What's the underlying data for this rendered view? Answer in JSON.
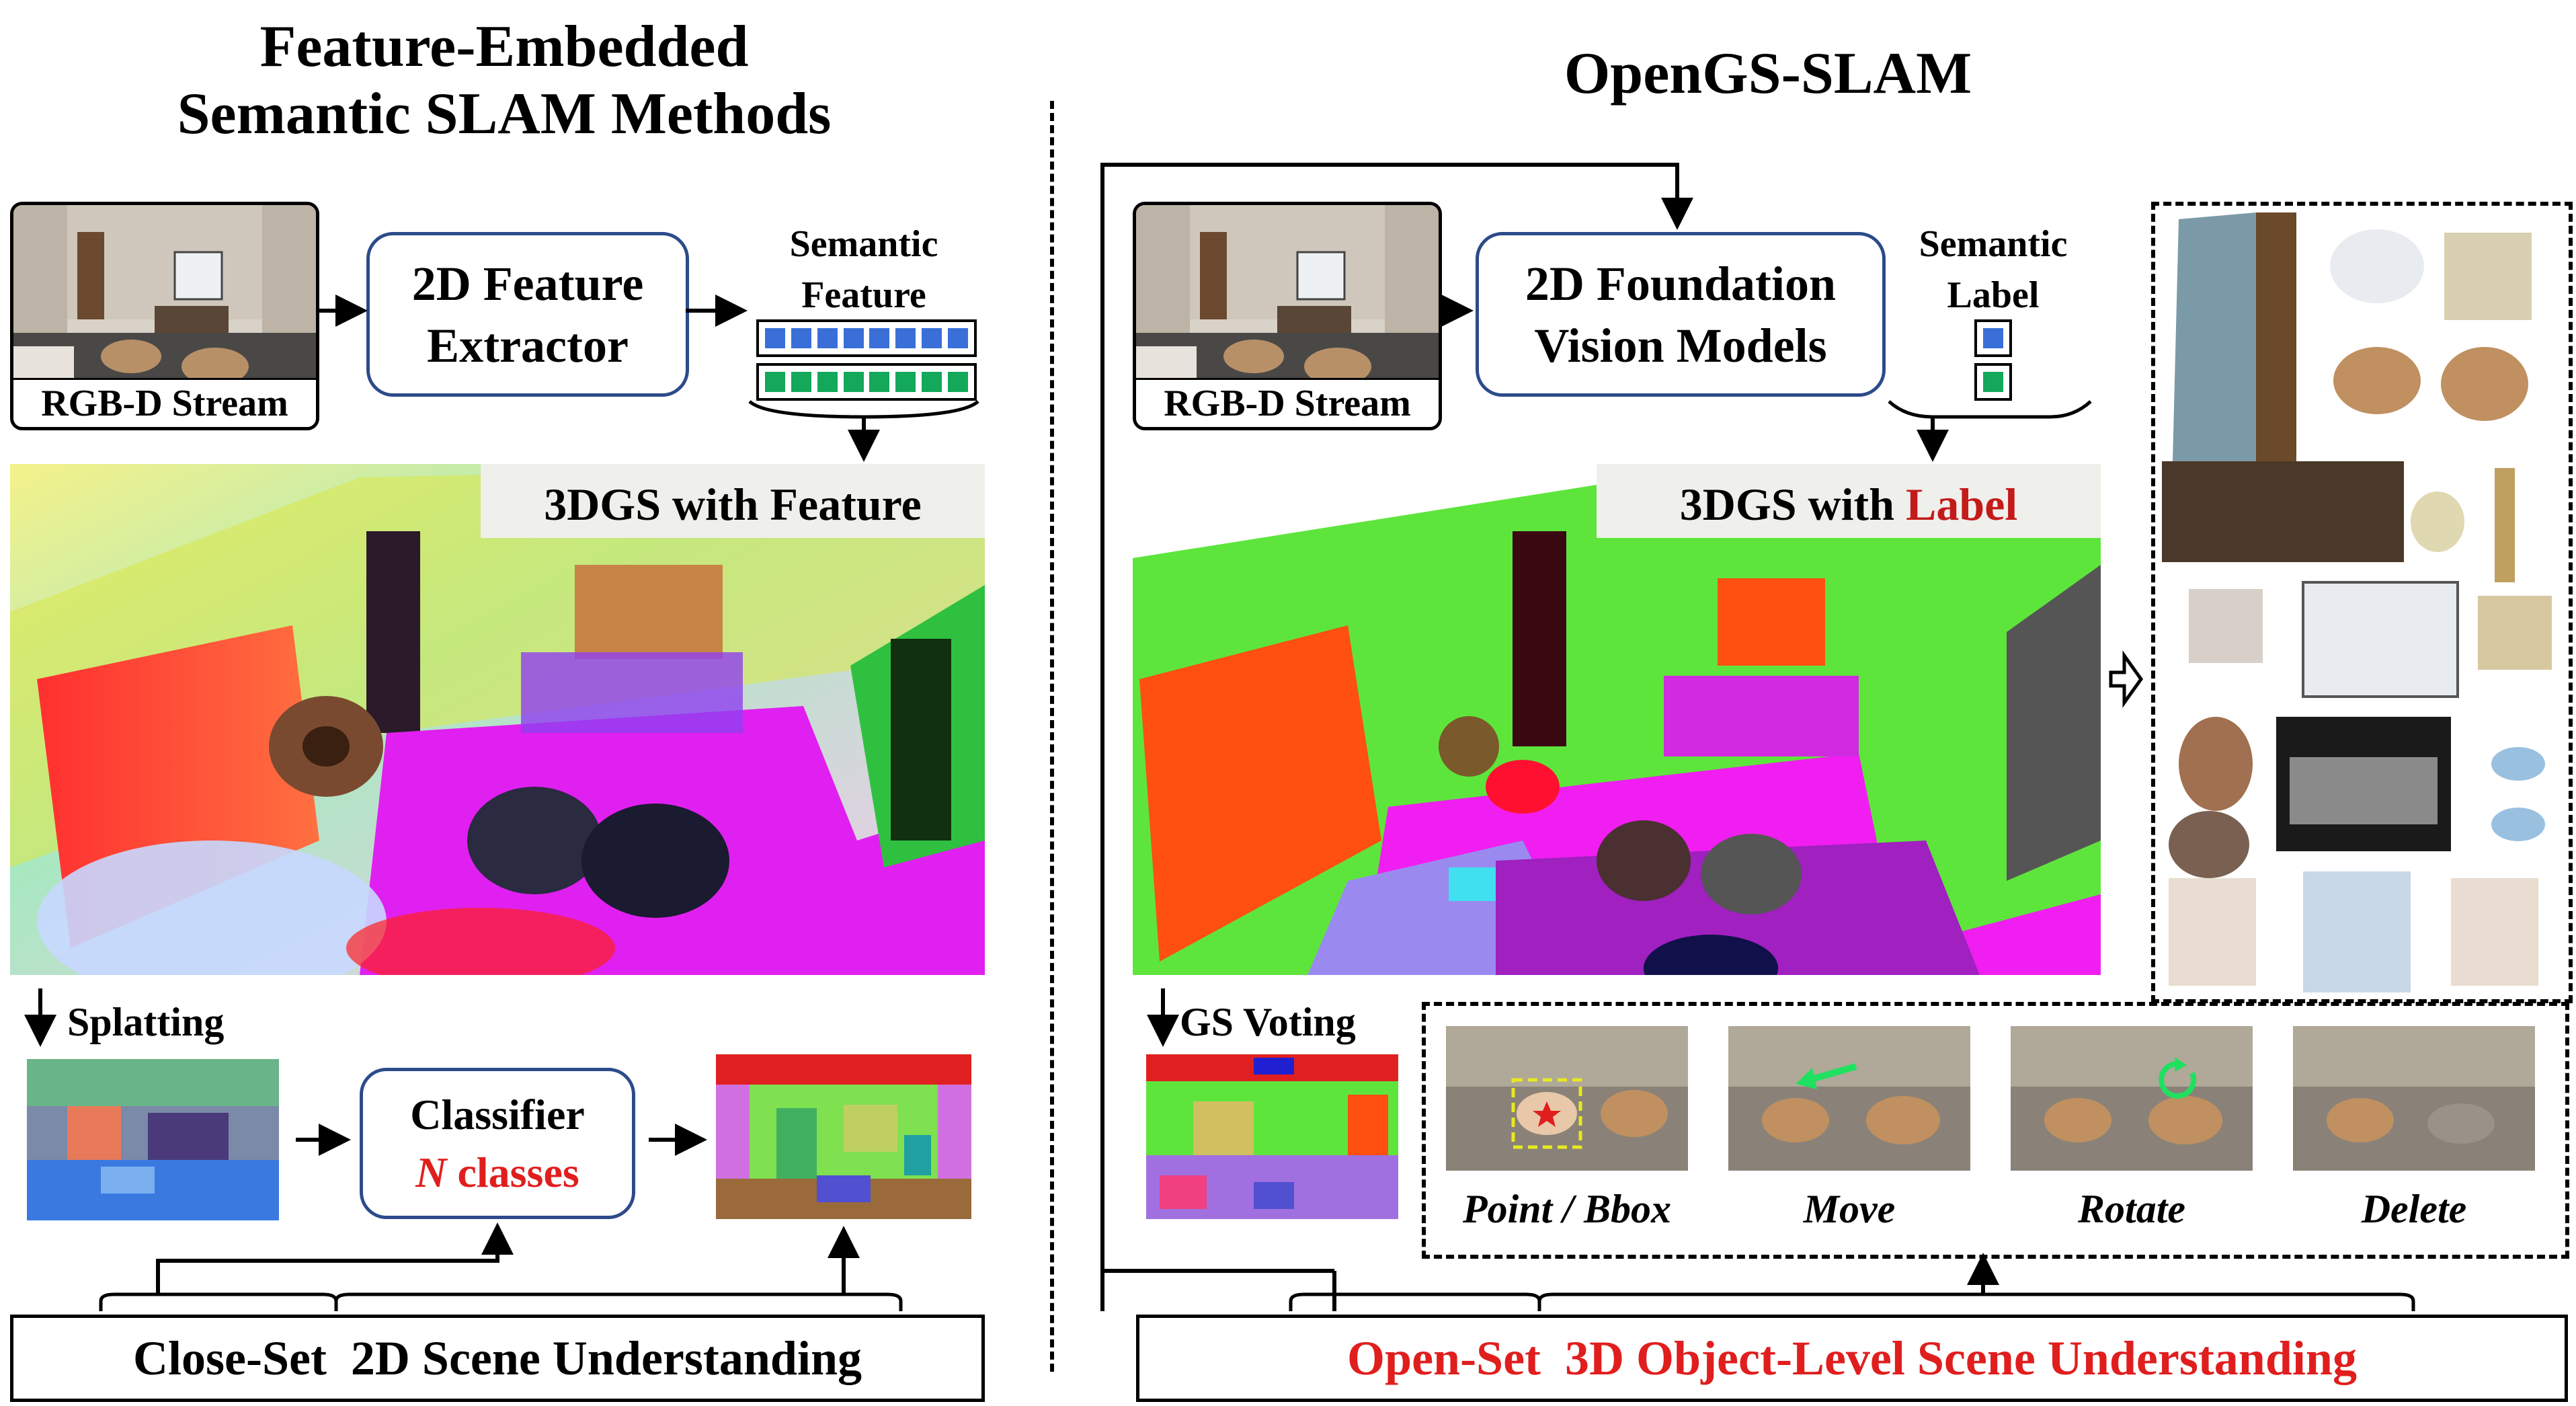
{
  "left": {
    "title_line1": "Feature-Embedded",
    "title_line2": "Semantic SLAM Methods",
    "input_caption": "RGB-D Stream",
    "extractor_line1": "2D Feature",
    "extractor_line2": "Extractor",
    "semantic_feature_line1": "Semantic",
    "semantic_feature_line2": "Feature",
    "gs_label": "3DGS with Feature",
    "splatting_label": "Splatting",
    "classifier_title": "Classifier",
    "classifier_n": "N",
    "classifier_classes": "classes",
    "bottom_part1": "Close-Set",
    "bottom_part2": "2D Scene Understanding"
  },
  "right": {
    "title": "OpenGS-SLAM",
    "input_caption": "RGB-D Stream",
    "foundation_line1": "2D Foundation",
    "foundation_line2": "Vision Models",
    "semantic_label_line1": "Semantic",
    "semantic_label_line2": "Label",
    "gs_label_prefix": "3DGS with",
    "gs_label_highlight": "Label",
    "voting_label": "GS Voting",
    "ops": [
      "Point / Bbox",
      "Move",
      "Rotate",
      "Delete"
    ],
    "bottom_part1": "Open-Set",
    "bottom_part2": "3D Object-Level Scene Understanding"
  },
  "colors": {
    "box_border": "#2c4b8a",
    "feature_blue": "#3a6fd8",
    "feature_green": "#13a85a",
    "accent_red": "#e01e1e",
    "seg_green": "#5ee53c",
    "seg_magenta": "#f01ef0",
    "seg_orange": "#ff5010",
    "seg_purple": "#9a3fd8"
  }
}
